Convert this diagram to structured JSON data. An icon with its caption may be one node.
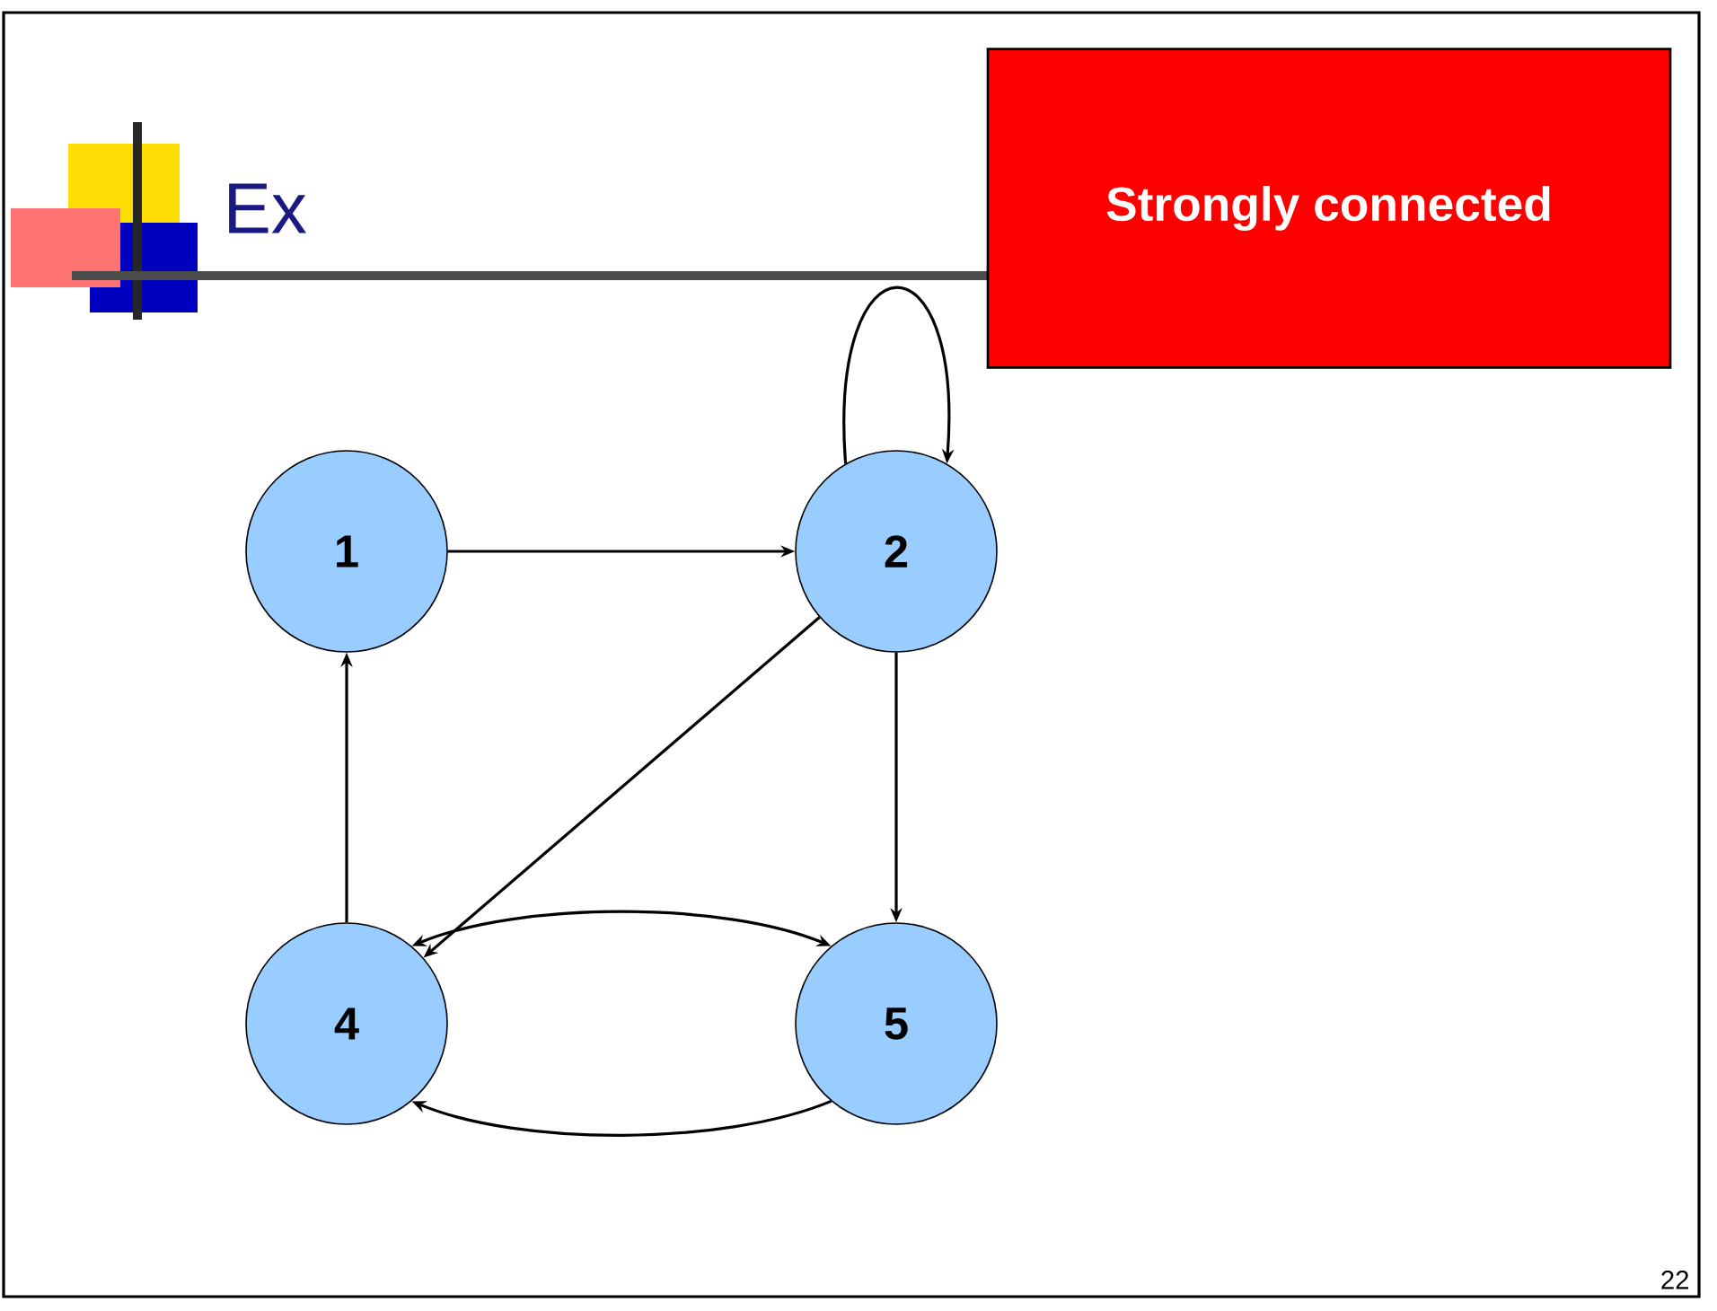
{
  "diagram": {
    "title": "Ex",
    "nodes": [
      {
        "text": [
          "Strongly connected"
        ]
      },
      {
        "text": [
          "1"
        ]
      },
      {
        "text": [
          "2"
        ]
      },
      {
        "text": [
          "4"
        ]
      },
      {
        "text": [
          "5"
        ]
      }
    ],
    "edges": [
      {
        "from": 1,
        "to": 2,
        "arrow": "to"
      },
      {
        "from": 2,
        "to": 2,
        "arrow": "to"
      },
      {
        "from": 2,
        "to": 3,
        "arrow": "to"
      },
      {
        "from": 2,
        "to": 4,
        "arrow": "to"
      },
      {
        "from": 3,
        "to": 1,
        "arrow": "to"
      },
      {
        "from": 3,
        "to": 4,
        "arrow": "both"
      },
      {
        "from": 4,
        "to": 3,
        "arrow": "to"
      }
    ],
    "labels": [
      "22"
    ]
  }
}
